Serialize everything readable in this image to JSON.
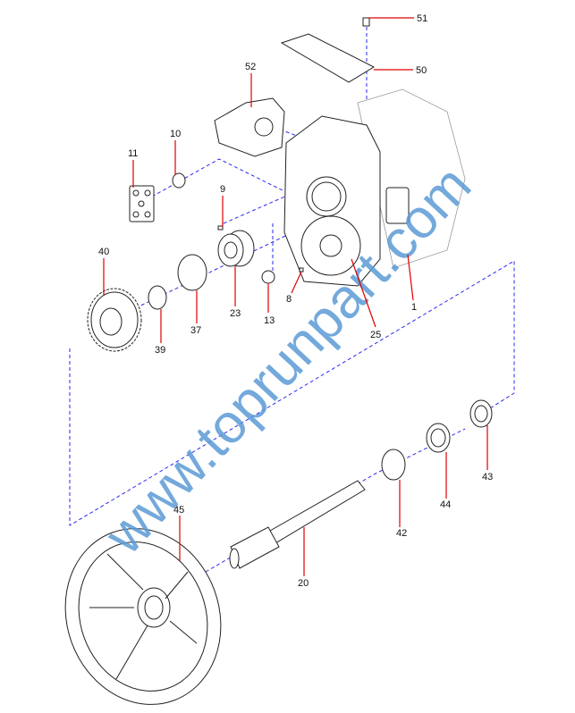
{
  "diagram": {
    "watermark": "www.toprunpart.com",
    "callouts": [
      {
        "id": "51",
        "label": "51"
      },
      {
        "id": "50",
        "label": "50"
      },
      {
        "id": "52",
        "label": "52"
      },
      {
        "id": "10",
        "label": "10"
      },
      {
        "id": "11",
        "label": "11"
      },
      {
        "id": "9",
        "label": "9"
      },
      {
        "id": "1",
        "label": "1"
      },
      {
        "id": "40",
        "label": "40"
      },
      {
        "id": "23",
        "label": "23"
      },
      {
        "id": "13",
        "label": "13"
      },
      {
        "id": "8",
        "label": "8"
      },
      {
        "id": "25",
        "label": "25"
      },
      {
        "id": "37",
        "label": "37"
      },
      {
        "id": "39",
        "label": "39"
      },
      {
        "id": "45",
        "label": "45"
      },
      {
        "id": "20",
        "label": "20"
      },
      {
        "id": "42",
        "label": "42"
      },
      {
        "id": "44",
        "label": "44"
      },
      {
        "id": "43",
        "label": "43"
      }
    ],
    "colors": {
      "leader": "#e00000",
      "axis": "#2a2af0",
      "watermark": "#5b9bd5"
    }
  }
}
